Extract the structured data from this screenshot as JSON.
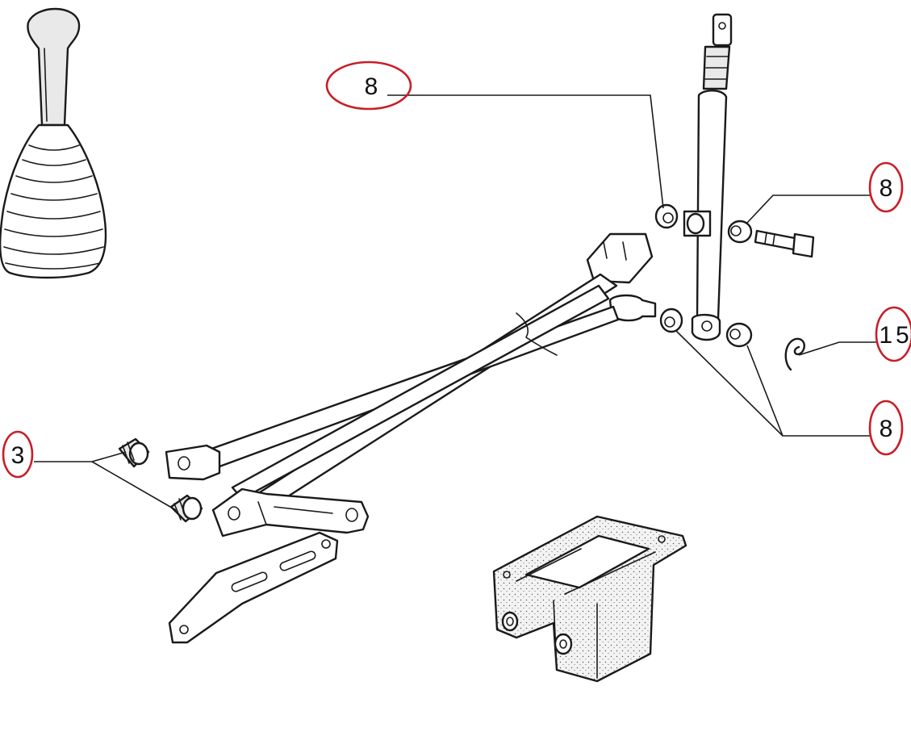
{
  "callouts": [
    {
      "id": "upper-left",
      "number": "8"
    },
    {
      "id": "upper-right",
      "number": "8"
    },
    {
      "id": "right",
      "number": "15"
    },
    {
      "id": "lower-right",
      "number": "8"
    },
    {
      "id": "left",
      "number": "3"
    }
  ],
  "colors": {
    "callout_ring": "#c81e28",
    "line": "#1a1a1a",
    "background": "#ffffff"
  }
}
